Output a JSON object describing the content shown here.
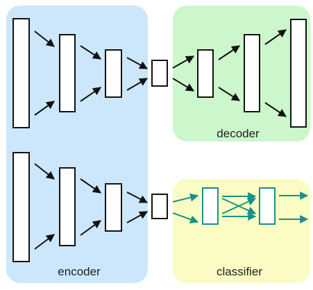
{
  "colors": {
    "encoder_bg": "#cce7fb",
    "decoder_bg": "#ccf7cc",
    "classifier_bg": "#fbfbc4",
    "block_stroke": "#111111",
    "arrow_black": "#111111",
    "arrow_teal": "#15928a"
  },
  "labels": {
    "encoder": "encoder",
    "decoder": "decoder",
    "classifier": "classifier"
  }
}
